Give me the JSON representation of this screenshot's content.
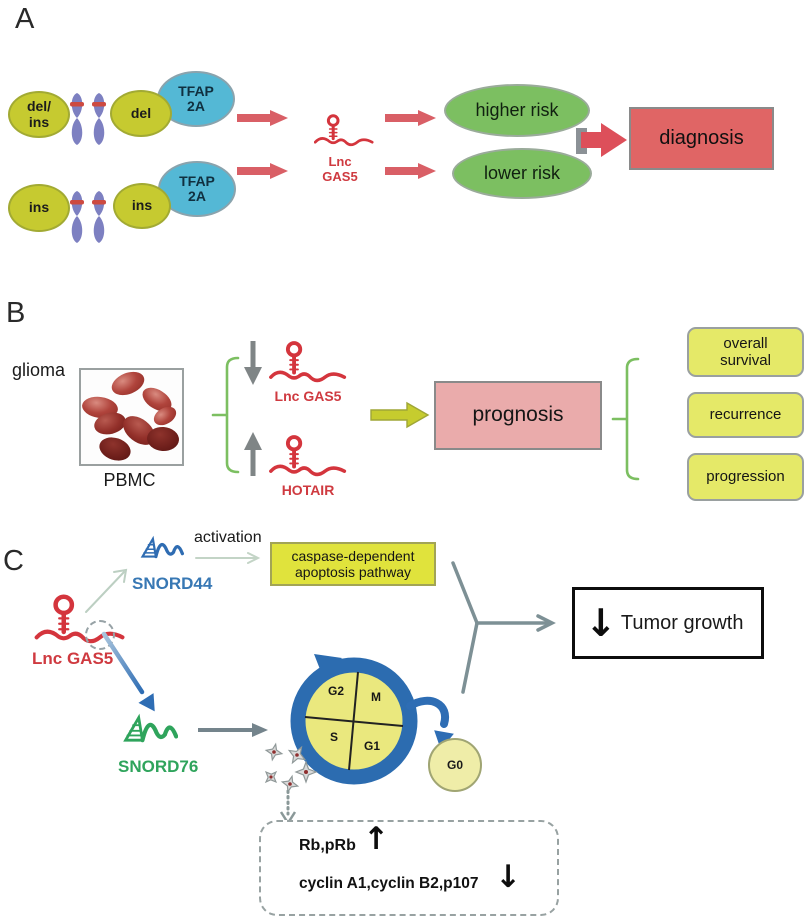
{
  "panel_a": {
    "label": "A",
    "del_ins": "del/\nins",
    "del": "del",
    "ins_left": "ins",
    "ins_right": "ins",
    "tfap2a_top": "TFAP\n2A",
    "tfap2a_bottom": "TFAP\n2A",
    "lnc_gas5": "Lnc\nGAS5",
    "higher_risk": "higher risk",
    "lower_risk": "lower risk",
    "diagnosis": "diagnosis"
  },
  "panel_b": {
    "label": "B",
    "glioma": "glioma",
    "pbmc": "PBMC",
    "lnc_gas5": "Lnc GAS5",
    "hotair": "HOTAIR",
    "prognosis": "prognosis",
    "outcomes": [
      "overall\nsurvival",
      "recurrence",
      "progression"
    ]
  },
  "panel_c": {
    "label": "C",
    "lnc_gas5": "Lnc GAS5",
    "snord44": "SNORD44",
    "activation": "activation",
    "caspase": "caspase-dependent\napoptosis pathway",
    "snord76": "SNORD76",
    "tumor_growth": "Tumor growth",
    "cell_cycle": {
      "g2": "G2",
      "m": "M",
      "s": "S",
      "g1": "G1",
      "g0": "G0"
    },
    "rb": "Rb,pRb",
    "cyclins": "cyclin A1,cyclin B2,p107"
  },
  "icons": {
    "up_arrow": "↑",
    "down_arrow": "↓"
  },
  "colors": {
    "gas5_red": "#d4353d",
    "arrow_red": "#d95f66",
    "genotype_yellow": "#c6ca30",
    "tfap_blue": "#54b8d5",
    "risk_green": "#7cbf61",
    "diagnosis_red": "#e06565",
    "prognosis_pink": "#eaabab",
    "outcome_yellow": "#e5e968",
    "caspase_yellow": "#e0e33c",
    "cycle_blue": "#2c6cb0",
    "snord44_blue": "#3878b4",
    "snord76_green": "#2fa45c",
    "bracket_green": "#7cbf61",
    "gray_arrow": "#7f8586"
  }
}
